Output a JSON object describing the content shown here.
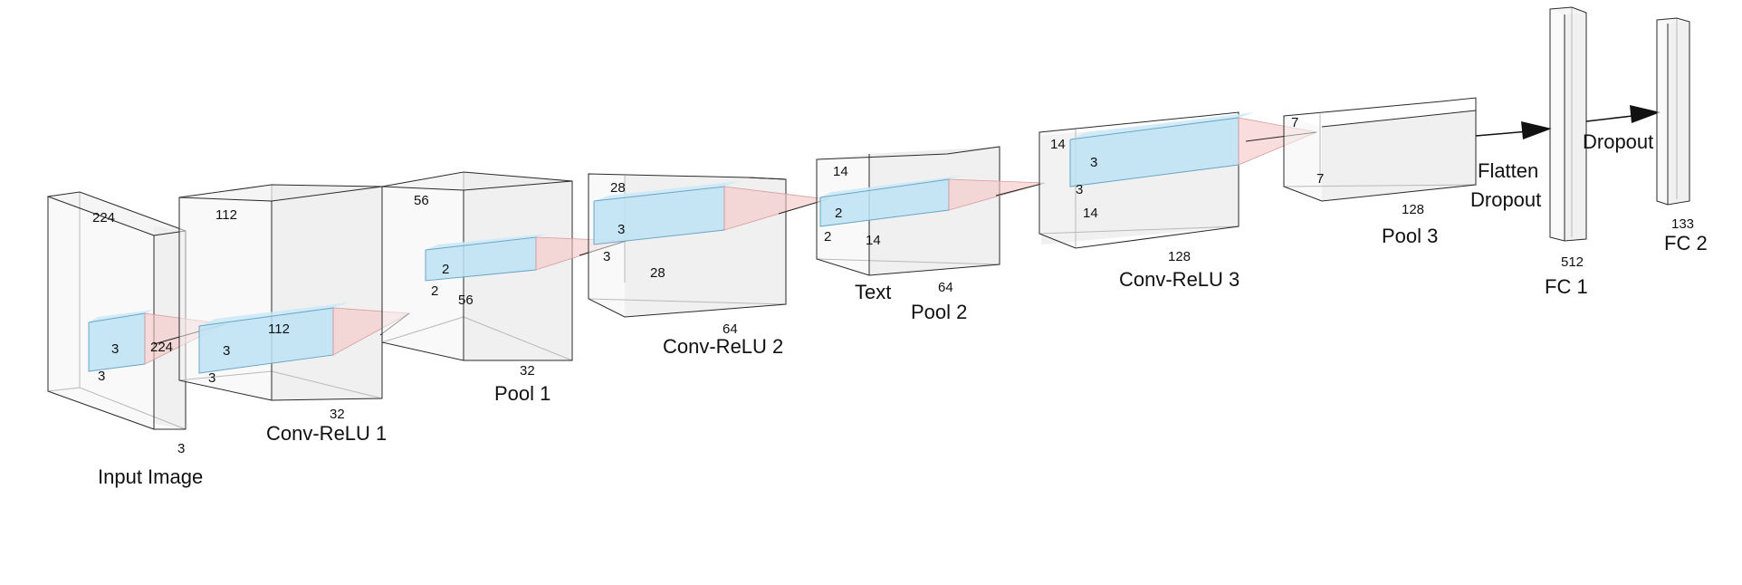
{
  "diagram": {
    "blocks": [
      {
        "label": "Input Image",
        "dims": [
          "224",
          "3"
        ],
        "kernel_dims": [
          "3",
          "3",
          "224"
        ]
      },
      {
        "label": "Conv-ReLU 1",
        "dims": [
          "112",
          "32"
        ],
        "kernel_dims": [
          "3",
          "3",
          "112"
        ]
      },
      {
        "label": "Pool 1",
        "dims": [
          "56",
          "56",
          "32"
        ],
        "kernel_dims": [
          "2",
          "2"
        ]
      },
      {
        "label": "Conv-ReLU 2",
        "dims": [
          "28",
          "28",
          "64"
        ],
        "kernel_dims": [
          "3",
          "3"
        ]
      },
      {
        "label": "Pool 2",
        "dims": [
          "14",
          "14",
          "64"
        ],
        "kernel_dims": [
          "2",
          "2"
        ]
      },
      {
        "label": "Conv-ReLU 3",
        "dims": [
          "14",
          "14",
          "128"
        ],
        "kernel_dims": [
          "3",
          "3"
        ]
      },
      {
        "label": "Pool 3",
        "dims": [
          "7",
          "7",
          "128"
        ]
      },
      {
        "label": "FC 1",
        "dims": [
          "512"
        ]
      },
      {
        "label": "FC 2",
        "dims": [
          "133"
        ]
      }
    ],
    "annotations": {
      "text": "Text",
      "flatten": "Flatten",
      "dropout_1": "Dropout",
      "dropout_2": "Dropout"
    }
  }
}
